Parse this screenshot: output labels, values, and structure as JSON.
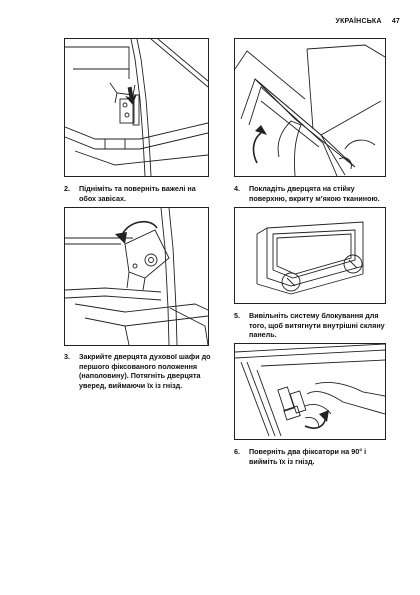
{
  "header": {
    "language": "УКРАЇНСЬКА",
    "page_number": "47"
  },
  "steps": [
    {
      "num": "2.",
      "text": "Підніміть та поверніть важелі на обох завісах."
    },
    {
      "num": "3.",
      "text": "Закрийте дверцята духової шафи до першого фіксованого положення (наполовину). Потягніть дверцята уверед, виймаючи їх із гнізд."
    },
    {
      "num": "4.",
      "text": "Покладіть дверцята на стійку поверхню, вкриту м’якою тканиною."
    },
    {
      "num": "5.",
      "text": "Вивільніть систему блокування для того, щоб витягнути внутрішні скляну панель."
    },
    {
      "num": "6.",
      "text": "Поверніть два фіксатори на 90° і вийміть їх із гнізд."
    }
  ]
}
